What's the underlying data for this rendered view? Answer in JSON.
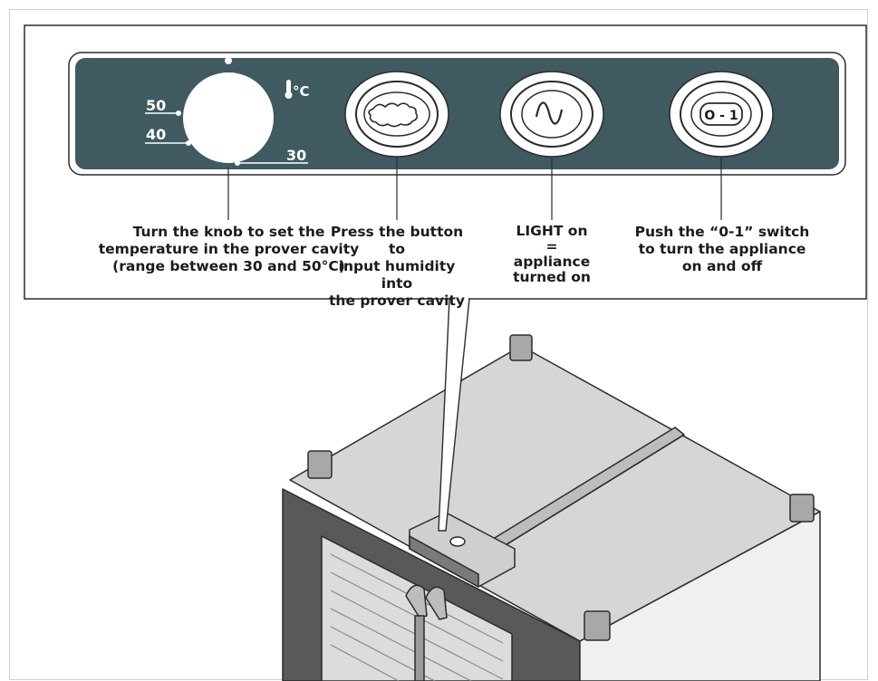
{
  "panel": {
    "scale": {
      "mark_50": "50",
      "mark_40": "40",
      "mark_30": "30",
      "unit": "°C"
    },
    "switch_label": "O - 1"
  },
  "captions": {
    "knob": [
      "Turn the knob to set the",
      "temperature in the prover cavity",
      "(range between 30 and 50°C)"
    ],
    "humidity": [
      "Press the button to",
      "input humidity into",
      "the prover cavity"
    ],
    "light": [
      "LIGHT on",
      "=",
      "appliance",
      "turned on"
    ],
    "switch": [
      "Push the “0-1” switch",
      "to turn the appliance",
      "on and off"
    ]
  },
  "colors": {
    "panel": "#3f5a60",
    "oven_top": "#d6d6d6",
    "oven_side": "#595959",
    "outline": "#2b2b2b"
  }
}
